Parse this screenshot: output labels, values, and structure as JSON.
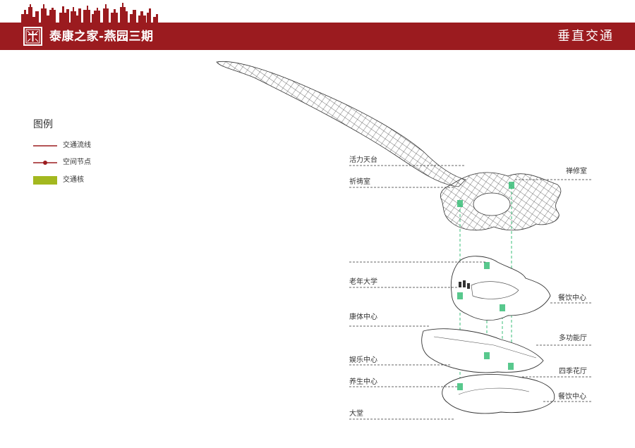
{
  "header": {
    "title": "泰康之家-燕园三期",
    "section_title": "垂直交通",
    "brand_color": "#9b1b1f"
  },
  "legend": {
    "title": "图例",
    "items": [
      {
        "label": "交通流线",
        "symbol": "line",
        "color": "#9b1b1f"
      },
      {
        "label": "空间节点",
        "symbol": "line-dot",
        "color": "#9b1b1f"
      },
      {
        "label": "交通核",
        "symbol": "swatch",
        "color": "#a3b81f"
      }
    ]
  },
  "diagram": {
    "left_labels": [
      "活力天台",
      "祈祷室",
      "老年大学",
      "康体中心",
      "娱乐中心",
      "养生中心",
      "大堂"
    ],
    "right_labels": [
      "禅修室",
      "餐饮中心",
      "多功能厅",
      "四季花厅",
      "餐饮中心"
    ]
  },
  "icons": {
    "logo": "cross-emblem-icon",
    "skyline": "city-skyline-icon"
  }
}
